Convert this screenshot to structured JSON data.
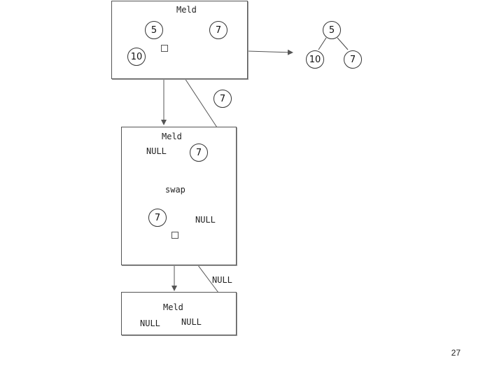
{
  "diagram": {
    "meld_label": "Meld",
    "swap_label": "swap",
    "null_text": "NULL",
    "nodes": {
      "n5": "5",
      "n7": "7",
      "n10": "10"
    }
  },
  "page_number": "27"
}
